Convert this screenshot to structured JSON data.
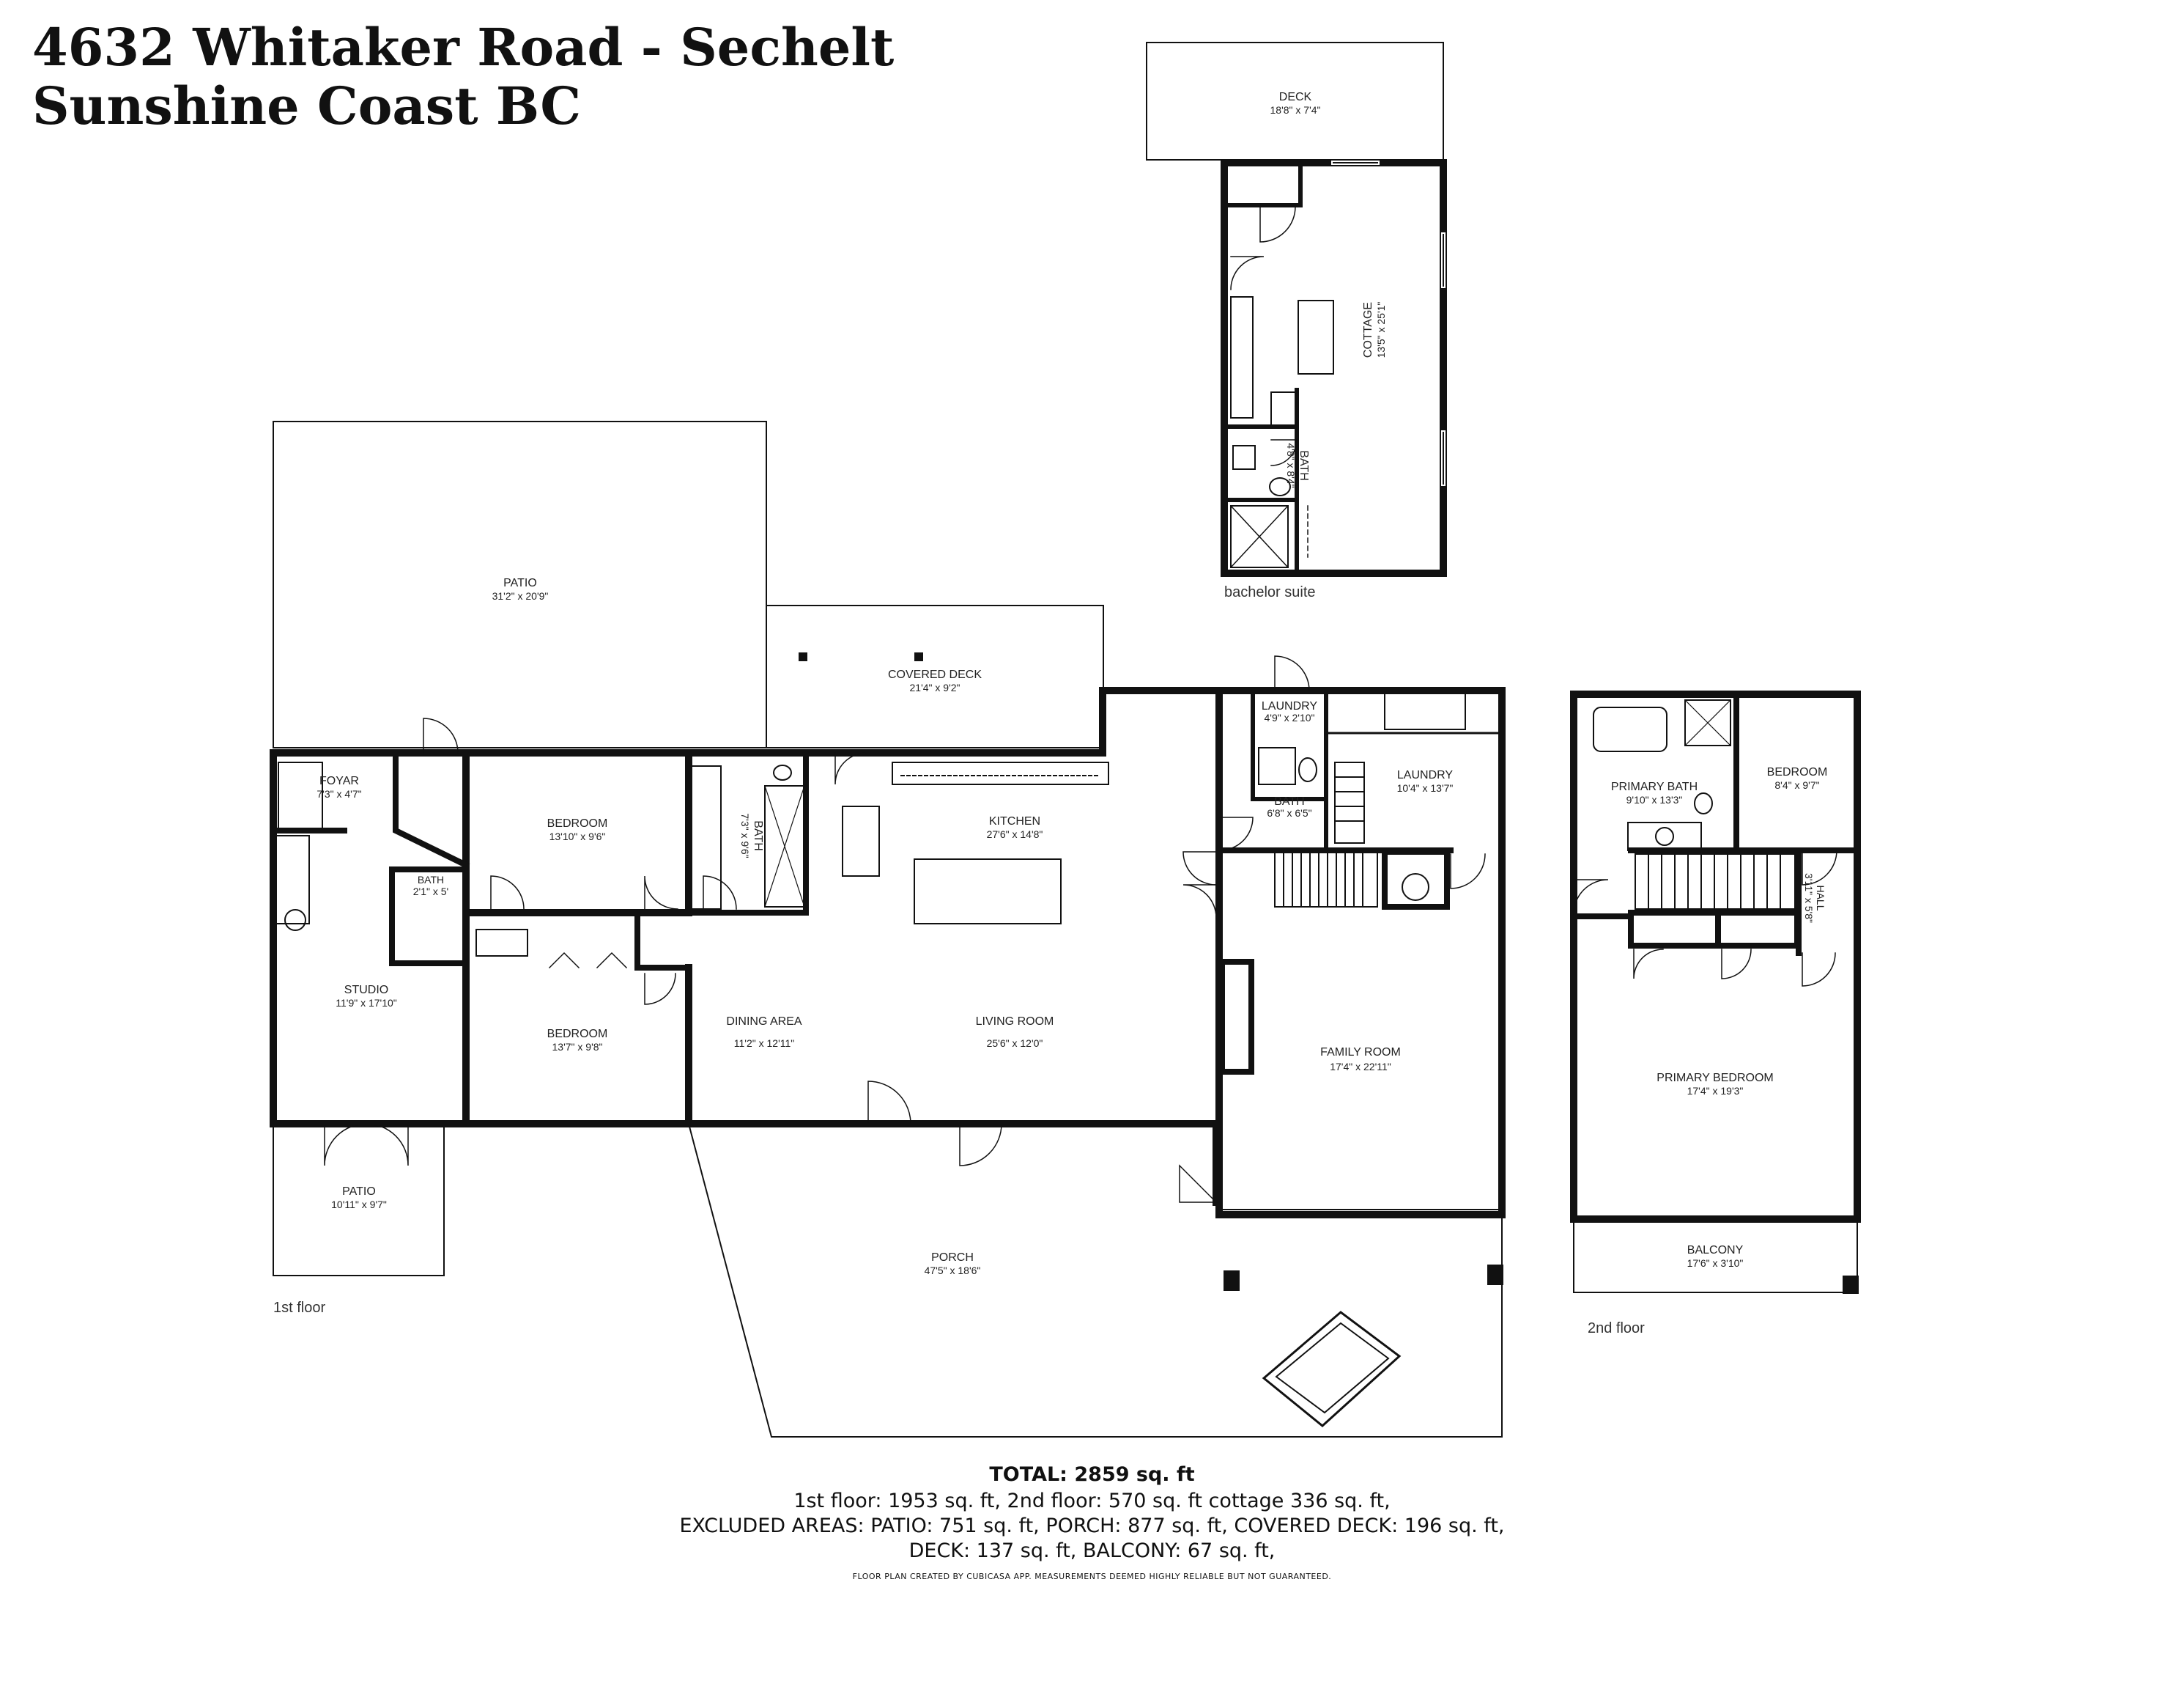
{
  "title": {
    "line1": "4632 Whitaker Road - Sechelt",
    "line2": "Sunshine Coast BC"
  },
  "floors": {
    "first": "1st floor",
    "second": "2nd floor",
    "suite": "bachelor suite"
  },
  "rooms": {
    "deck_top": {
      "name": "DECK",
      "dim": "18'8\" x 7'4\""
    },
    "cottage": {
      "name": "COTTAGE",
      "dim": "13'5\" x 25'1\""
    },
    "suite_bath": {
      "name": "BATH",
      "dim": "4'8\" x 8'4\""
    },
    "patio_big": {
      "name": "PATIO",
      "dim": "31'2\" x 20'9\""
    },
    "covered_deck": {
      "name": "COVERED DECK",
      "dim": "21'4\" x 9'2\""
    },
    "laundry_small": {
      "name": "LAUNDRY",
      "dim": "4'9\" x 2'10\""
    },
    "bath_kitchen": {
      "name": "BATH",
      "dim": "6'8\" x 6'5\""
    },
    "laundry": {
      "name": "LAUNDRY",
      "dim": "10'4\" x 13'7\""
    },
    "foyer": {
      "name": "FOYAR",
      "dim": "7'3\" x 4'7\""
    },
    "bedroom_1": {
      "name": "BEDROOM",
      "dim": "13'10\" x 9'6\""
    },
    "bath_main": {
      "name": "BATH",
      "dim": "7'3\" x 9'6\""
    },
    "bath_tiny": {
      "name": "BATH",
      "dim": "2'1\" x 5'"
    },
    "kitchen": {
      "name": "KITCHEN",
      "dim": "27'6\" x 14'8\""
    },
    "studio": {
      "name": "STUDIO",
      "dim": "11'9\" x 17'10\""
    },
    "bedroom_2": {
      "name": "BEDROOM",
      "dim": "13'7\" x 9'8\""
    },
    "dining": {
      "name": "DINING AREA",
      "dim": "11'2\" x 12'11\""
    },
    "living": {
      "name": "LIVING ROOM",
      "dim": "25'6\" x 12'0\""
    },
    "family": {
      "name": "FAMILY ROOM",
      "dim": "17'4\" x 22'11\""
    },
    "patio_small": {
      "name": "PATIO",
      "dim": "10'11\" x 9'7\""
    },
    "porch": {
      "name": "PORCH",
      "dim": "47'5\" x 18'6\""
    },
    "primary_bath": {
      "name": "PRIMARY BATH",
      "dim": "9'10\" x 13'3\""
    },
    "bedroom_up": {
      "name": "BEDROOM",
      "dim": "8'4\" x 9'7\""
    },
    "hall": {
      "name": "HALL",
      "dim": "3'11\" x 5'8\""
    },
    "primary_bed": {
      "name": "PRIMARY BEDROOM",
      "dim": "17'4\" x 19'3\""
    },
    "balcony": {
      "name": "BALCONY",
      "dim": "17'6\" x 3'10\""
    }
  },
  "totals": {
    "total": "TOTAL: 2859 sq. ft",
    "line1": "1st floor: 1953 sq. ft, 2nd floor: 570 sq. ft cottage 336 sq. ft,",
    "line2": "EXCLUDED AREAS: PATIO: 751 sq. ft, PORCH: 877 sq. ft, COVERED DECK: 196 sq. ft,",
    "line3": "DECK: 137 sq. ft, BALCONY: 67 sq. ft,",
    "disclaimer": "FLOOR PLAN CREATED BY CUBICASA APP. MEASUREMENTS DEEMED HIGHLY RELIABLE BUT NOT GUARANTEED."
  }
}
